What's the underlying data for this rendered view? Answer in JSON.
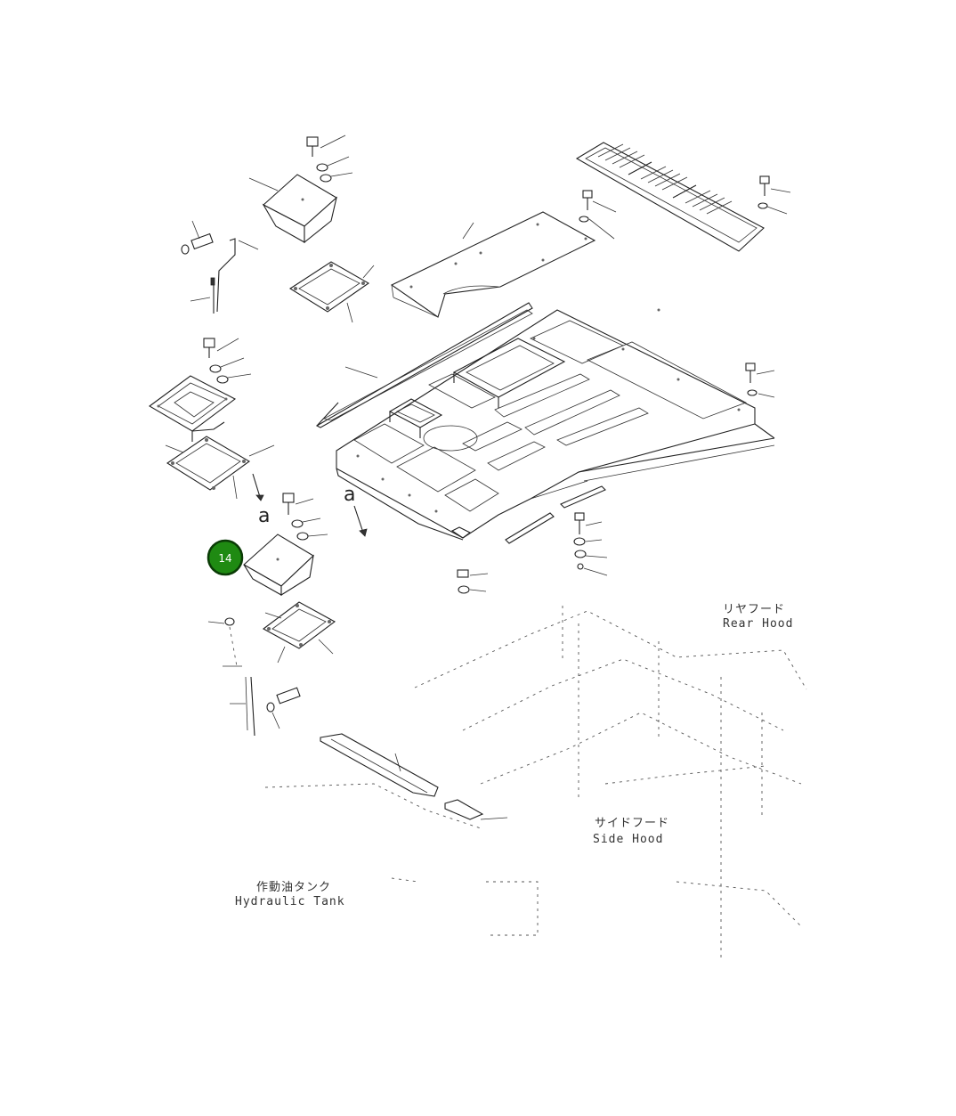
{
  "view_labels": {
    "a1": "a",
    "a2": "a"
  },
  "callout": {
    "number": "14",
    "color": "#1f8a12",
    "border": "#0a3b06"
  },
  "labels": {
    "rear_hood_jp": "リヤフード",
    "rear_hood_en": "Rear Hood",
    "side_hood_jp": "サイドフード",
    "side_hood_en": "Side Hood",
    "hyd_tank_jp": "作動油タンク",
    "hyd_tank_en": "Hydraulic Tank"
  }
}
